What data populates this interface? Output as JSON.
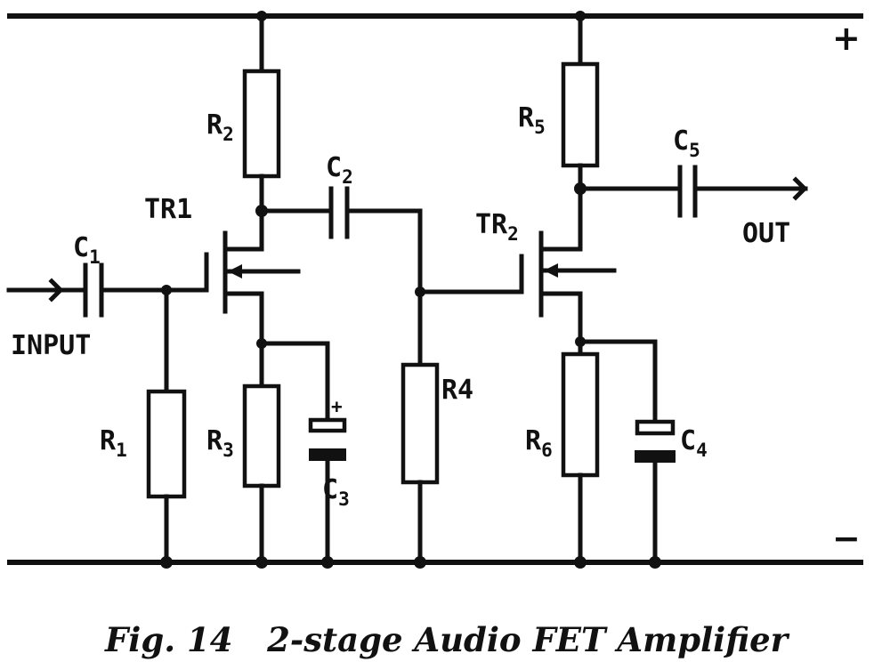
{
  "caption": "Fig. 14   2-stage Audio FET Amplifier",
  "rails": {
    "positive": "+",
    "negative": "−"
  },
  "terminals": {
    "input": "INPUT",
    "output": "OUT"
  },
  "components": {
    "r1": {
      "letter": "R",
      "index": "1"
    },
    "r2": {
      "letter": "R",
      "index": "2"
    },
    "r3": {
      "letter": "R",
      "index": "3"
    },
    "r4": {
      "label": "R4"
    },
    "r5": {
      "letter": "R",
      "index": "5"
    },
    "r6": {
      "letter": "R",
      "index": "6"
    },
    "c1": {
      "letter": "C",
      "index": "1"
    },
    "c2": {
      "letter": "C",
      "index": "2"
    },
    "c3": {
      "letter": "C",
      "index": "3",
      "polarity": "+"
    },
    "c4": {
      "letter": "C",
      "index": "4"
    },
    "c5": {
      "letter": "C",
      "index": "5"
    },
    "tr1": {
      "label": "TR1"
    },
    "tr2": {
      "letter": "TR",
      "index": "2"
    }
  }
}
